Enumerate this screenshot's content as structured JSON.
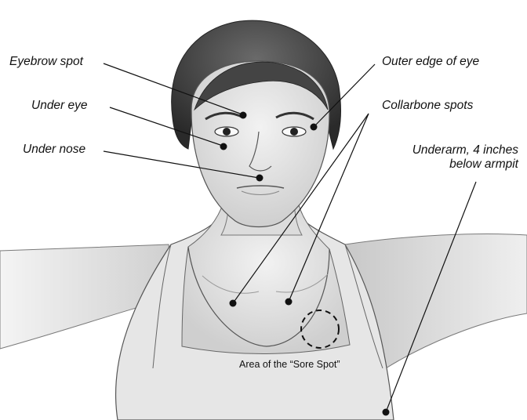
{
  "figure": {
    "labels": {
      "eyebrow_spot": "Eyebrow spot",
      "under_eye": "Under eye",
      "under_nose": "Under nose",
      "outer_edge_of_eye": "Outer edge of eye",
      "collarbone_spots": "Collarbone spots",
      "underarm_line1": "Underarm, 4 inches",
      "underarm_line2": "below armpit"
    },
    "sore_spot_caption": "Area of the “Sore Spot”"
  }
}
